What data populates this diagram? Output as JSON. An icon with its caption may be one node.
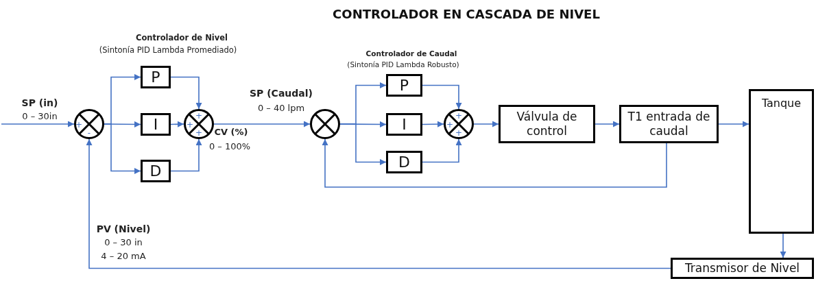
{
  "diagram": {
    "title": "CONTROLADOR EN CASCADA DE NIVEL",
    "nodes": [
      {
        "text": [
          "+",
          "-"
        ]
      },
      {
        "text": [
          "P"
        ]
      },
      {
        "text": [
          "I"
        ]
      },
      {
        "text": [
          "D"
        ]
      },
      {
        "text": [
          "+",
          "+",
          "+"
        ]
      },
      {
        "text": [],
        "shape": "circle"
      },
      {
        "text": [
          "P"
        ]
      },
      {
        "text": [
          "I"
        ]
      },
      {
        "text": [
          "D"
        ]
      },
      {
        "text": [
          "+",
          "+",
          "+"
        ]
      },
      {
        "text": [
          "Válvula de control"
        ]
      },
      {
        "text": [
          "T1 entrada de caudal"
        ]
      },
      {
        "text": [
          "Tanque"
        ]
      },
      {
        "text": [
          "Transmisor de Nivel"
        ]
      }
    ],
    "edges": [
      {
        "from": null,
        "to": 0,
        "arrow": "to"
      },
      {
        "from": 0,
        "to": 1,
        "arrow": "to"
      },
      {
        "from": 0,
        "to": 2,
        "arrow": "to"
      },
      {
        "from": 0,
        "to": 3,
        "arrow": "to"
      },
      {
        "from": 1,
        "to": 4,
        "arrow": "to"
      },
      {
        "from": 2,
        "to": 4,
        "arrow": "to"
      },
      {
        "from": 3,
        "to": 4,
        "arrow": "to"
      },
      {
        "from": 4,
        "to": 5,
        "arrow": "to"
      },
      {
        "from": 5,
        "to": 6,
        "arrow": "to"
      },
      {
        "from": 5,
        "to": 7,
        "arrow": "to"
      },
      {
        "from": 5,
        "to": 8,
        "arrow": "to"
      },
      {
        "from": 6,
        "to": 9,
        "arrow": "to"
      },
      {
        "from": 7,
        "to": 9,
        "arrow": "to"
      },
      {
        "from": 8,
        "to": 9,
        "arrow": "to"
      },
      {
        "from": 9,
        "to": 10,
        "arrow": "to"
      },
      {
        "from": 10,
        "to": 11,
        "arrow": "to"
      },
      {
        "from": 11,
        "to": 12,
        "arrow": "to"
      },
      {
        "from": 11,
        "to": 5,
        "arrow": "to"
      },
      {
        "from": 12,
        "to": 13,
        "arrow": "to"
      },
      {
        "from": 13,
        "to": 0,
        "arrow": "to"
      }
    ],
    "labels": [
      "Controlador de Nivel",
      "(Sintonía PID Lambda Promediado)",
      "SP (in)",
      "0 – 30in",
      "SP (Caudal)",
      "0 – 40 lpm",
      "CV (%)",
      "0 – 100%",
      "Controlador de Caudal",
      "(Sintonía PID Lambda Robusto)",
      "PV (Nivel)",
      "0 – 30 in",
      "4 – 20 mA"
    ]
  }
}
